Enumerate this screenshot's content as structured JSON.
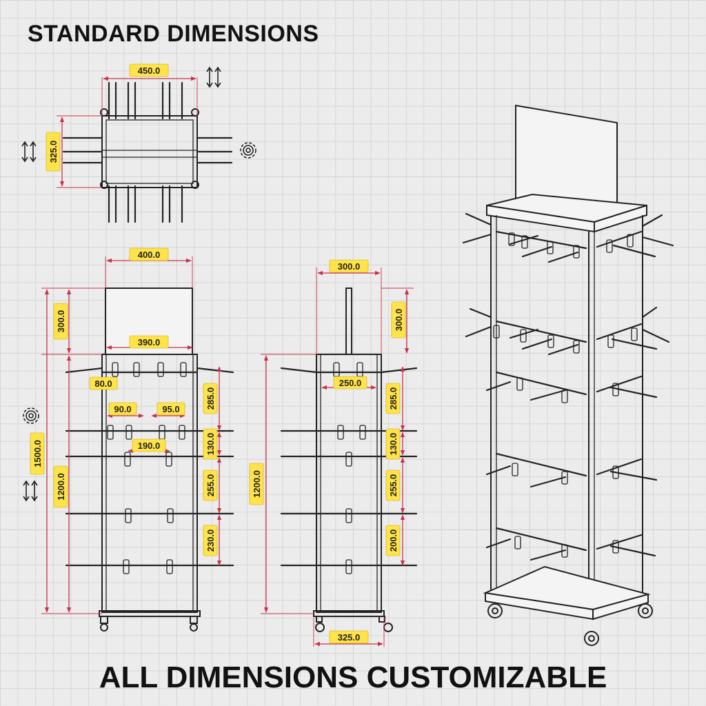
{
  "header": {
    "title": "STANDARD DIMENSIONS"
  },
  "footer": {
    "text": "ALL DIMENSIONS CUSTOMIZABLE"
  },
  "top_view": {
    "width": "450.0",
    "depth": "325.0"
  },
  "front_view": {
    "overall_width": "400.0",
    "header_height": "300.0",
    "inner_width": "390.0",
    "hook_spacing_a": "80.0",
    "hook_spacing_b": "90.0",
    "hook_spacing_c": "95.0",
    "hook_spacing_d": "190.0",
    "total_height": "1500.0",
    "frame_height": "1200.0",
    "tier_1": "285.0",
    "tier_2": "130.0",
    "tier_3": "255.0",
    "tier_4": "230.0"
  },
  "side_view": {
    "header_width": "300.0",
    "header_height": "300.0",
    "inner_width": "250.0",
    "frame_height": "1200.0",
    "tier_1": "285.0",
    "tier_2": "130.0",
    "tier_3": "255.0",
    "tier_4": "200.0",
    "base_width": "325.0"
  },
  "icons": [
    "resize-vertical-icon",
    "gear-icon"
  ]
}
